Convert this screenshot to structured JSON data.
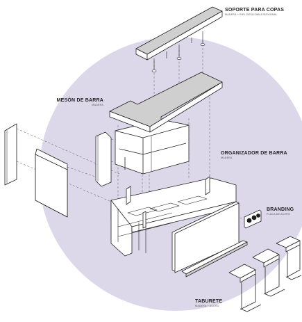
{
  "colors": {
    "background": "#ffffff",
    "circle": "#dcd8ea",
    "panel": "#ffffff",
    "top_face": "#cfcfcf",
    "stroke": "#1e1e1e",
    "dashed": "#555555"
  },
  "labels": {
    "glass_holder": {
      "title": "SOPORTE PARA COPAS",
      "subtitle": "MADERA + RIEL DESLIZABLE/SEXIONAL"
    },
    "bar_top": {
      "title": "MESÓN DE BARRA",
      "subtitle": "MADERA"
    },
    "bar_organizer": {
      "title": "ORGANIZADOR DE BARRA",
      "subtitle": "MADERA"
    },
    "branding": {
      "title": "BRANDING",
      "subtitle": "PLACA DE ACERO"
    },
    "stool": {
      "title": "TABURETE",
      "subtitle": "MADERA + ACERO"
    }
  }
}
